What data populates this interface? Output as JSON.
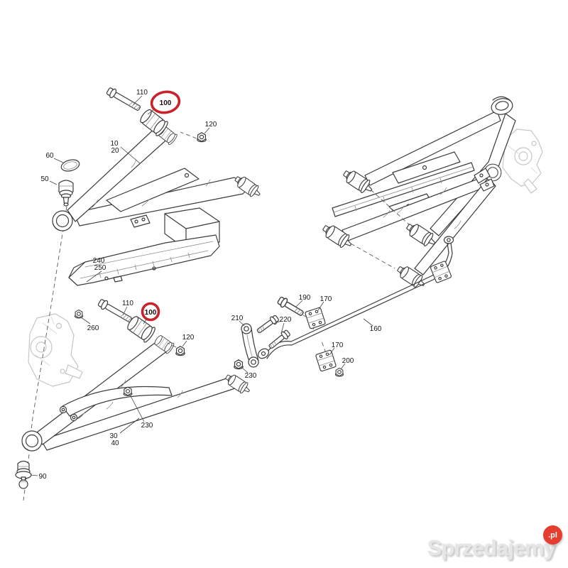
{
  "diagram": {
    "description": "Exploded parts diagram of ATV/UTV front suspension: upper and lower A-arms, bushings, bolts, ball joints, skid plate and sway bar; right-hand assembly shown assembled",
    "highlight_color": "#c8232b",
    "labels": [
      {
        "id": "bolt-upper",
        "text": "110"
      },
      {
        "id": "bushing-upper",
        "text": "100",
        "highlighted": true
      },
      {
        "id": "nut-upper",
        "text": "120"
      },
      {
        "id": "upper-arm-a",
        "text": "10"
      },
      {
        "id": "upper-arm-b",
        "text": "20"
      },
      {
        "id": "snap-ring",
        "text": "60"
      },
      {
        "id": "ball-joint-upper",
        "text": "50"
      },
      {
        "id": "skid-plate-a",
        "text": "240"
      },
      {
        "id": "skid-plate-b",
        "text": "250"
      },
      {
        "id": "nut-plate",
        "text": "260"
      },
      {
        "id": "bolt-lower",
        "text": "110"
      },
      {
        "id": "bushing-lower",
        "text": "100",
        "highlighted": true
      },
      {
        "id": "nut-lower",
        "text": "120"
      },
      {
        "id": "sway-link",
        "text": "210"
      },
      {
        "id": "link-bolts",
        "text": "220"
      },
      {
        "id": "clamp-bolt",
        "text": "190"
      },
      {
        "id": "clamp-upper",
        "text": "170"
      },
      {
        "id": "link-nut",
        "text": "230"
      },
      {
        "id": "sway-bar",
        "text": "160"
      },
      {
        "id": "clamp-lower",
        "text": "170"
      },
      {
        "id": "clamp-nut",
        "text": "200"
      },
      {
        "id": "arm-nut",
        "text": "230"
      },
      {
        "id": "lower-arm-a",
        "text": "30"
      },
      {
        "id": "lower-arm-b",
        "text": "40"
      },
      {
        "id": "ball-joint-lower",
        "text": "90"
      }
    ]
  },
  "watermark": {
    "brand": "Sprzedajemy",
    "tld": ".pl",
    "badge_color": "#e53d2e"
  }
}
